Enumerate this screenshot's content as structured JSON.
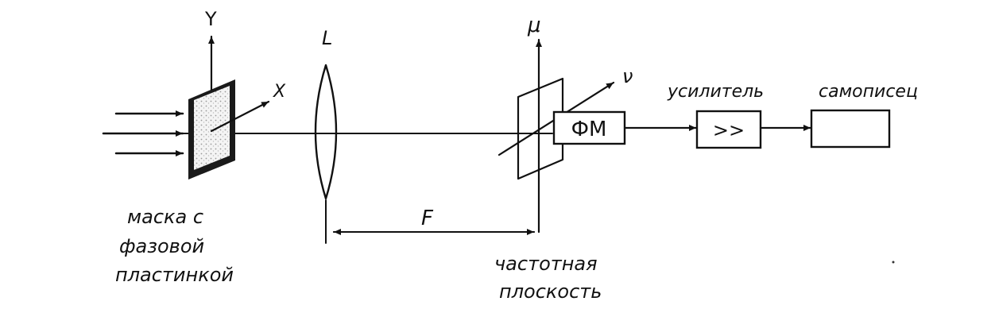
{
  "labels": {
    "axis_y": "Y",
    "axis_x": "X",
    "lens": "L",
    "axis_mu": "μ",
    "axis_nu": "ν",
    "phase_modulator": "ФМ",
    "amplifier_symbol": ">>",
    "amplifier": "усилитель",
    "recorder": "самописец",
    "focal_length": "F",
    "mask_line1": "маска с",
    "mask_line2": "фазовой",
    "mask_line3": "пластинкой",
    "plane_line1": "частотная",
    "plane_line2": "плоскость"
  }
}
